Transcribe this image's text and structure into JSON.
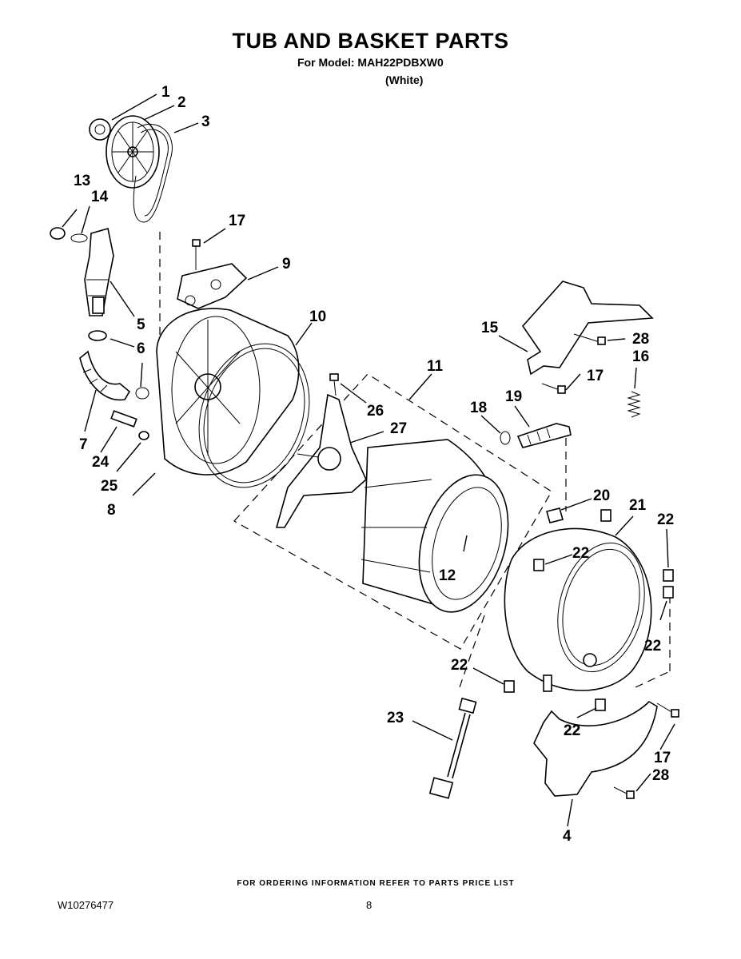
{
  "header": {
    "title": "TUB AND BASKET PARTS",
    "model": "For Model: MAH22PDBXW0",
    "color": "(White)"
  },
  "footer": {
    "ordering_note": "FOR ORDERING INFORMATION REFER TO PARTS PRICE LIST",
    "document_number": "W10276477",
    "page_number": "8"
  },
  "callouts": [
    "1",
    "2",
    "3",
    "13",
    "14",
    "17",
    "9",
    "5",
    "10",
    "6",
    "7",
    "24",
    "25",
    "8",
    "26",
    "27",
    "11",
    "15",
    "28",
    "16",
    "17",
    "19",
    "18",
    "20",
    "21",
    "22",
    "22",
    "12",
    "22",
    "22",
    "22",
    "23",
    "22",
    "17",
    "28",
    "4"
  ]
}
